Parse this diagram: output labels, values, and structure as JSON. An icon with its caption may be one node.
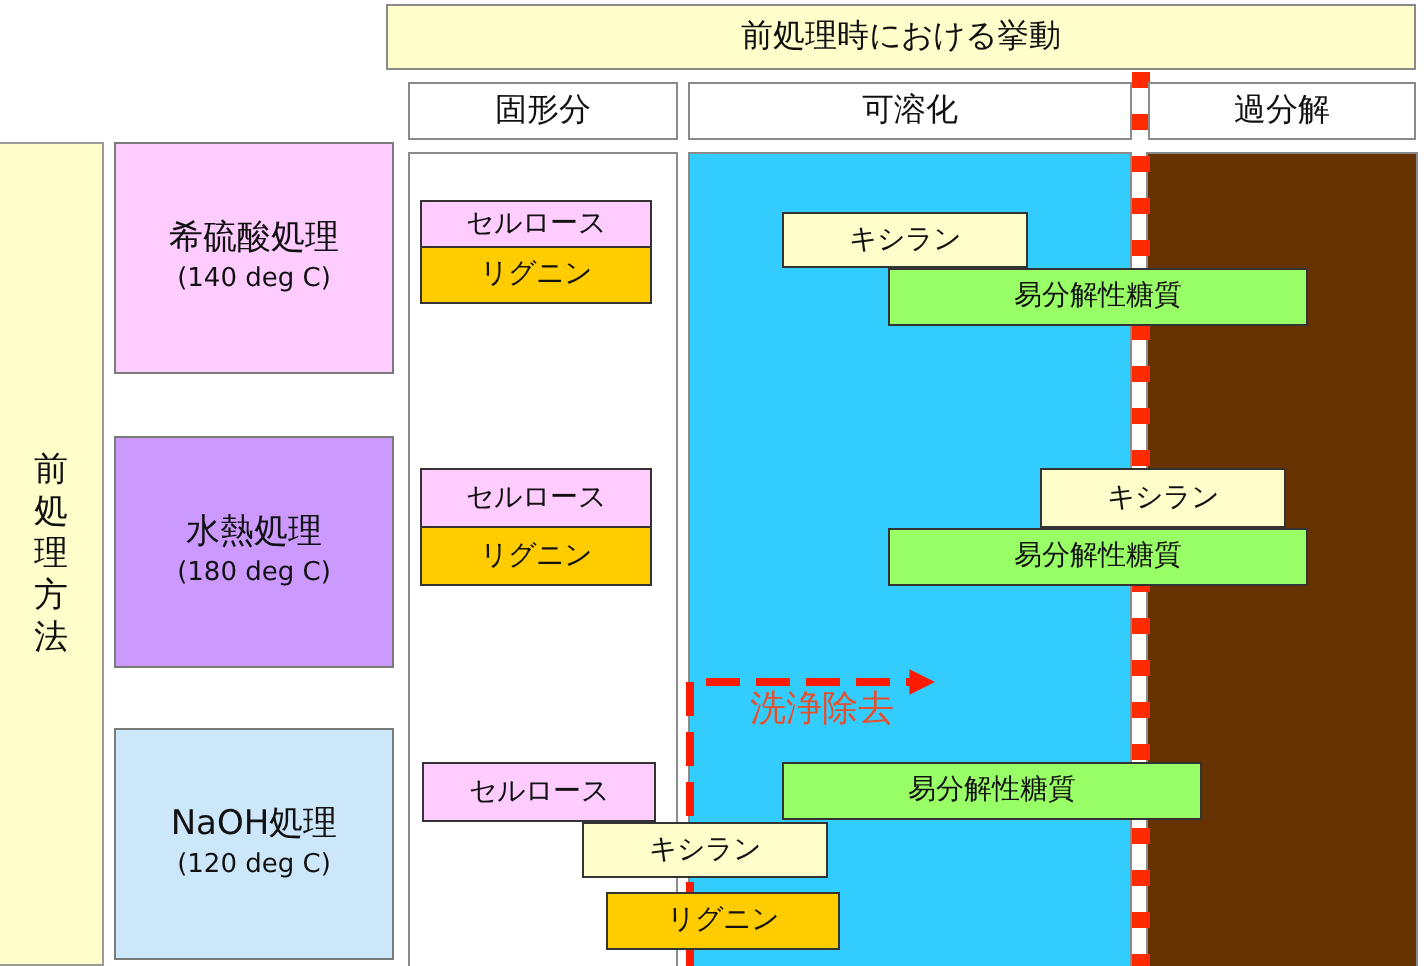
{
  "diagram": {
    "nodes": [
      {
        "text": [
          "前処理時における挙動"
        ]
      },
      {
        "text": [
          "固形分"
        ]
      },
      {
        "text": [
          "可溶化"
        ]
      },
      {
        "text": [
          "過分解"
        ]
      },
      {
        "text": [
          "前処理方法"
        ]
      },
      {
        "text": [
          "希硫酸処理",
          "(140 deg C)"
        ]
      },
      {
        "text": [
          "セルロース"
        ]
      },
      {
        "text": [
          "リグニン"
        ]
      },
      {
        "text": [
          "キシラン"
        ]
      },
      {
        "text": [
          "易分解性糖質"
        ]
      },
      {
        "text": [
          "水熱処理",
          "(180 deg C)"
        ]
      },
      {
        "text": [
          "セルロース"
        ]
      },
      {
        "text": [
          "リグニン"
        ]
      },
      {
        "text": [
          "キシラン"
        ]
      },
      {
        "text": [
          "易分解性糖質"
        ]
      },
      {
        "text": [
          "NaOH処理",
          "(120 deg C)"
        ]
      },
      {
        "text": [
          "セルロース"
        ]
      },
      {
        "text": [
          "易分解性糖質"
        ]
      },
      {
        "text": [
          "キシラン"
        ]
      },
      {
        "text": [
          "リグニン"
        ]
      }
    ],
    "labels": [
      "洗浄除去"
    ]
  }
}
